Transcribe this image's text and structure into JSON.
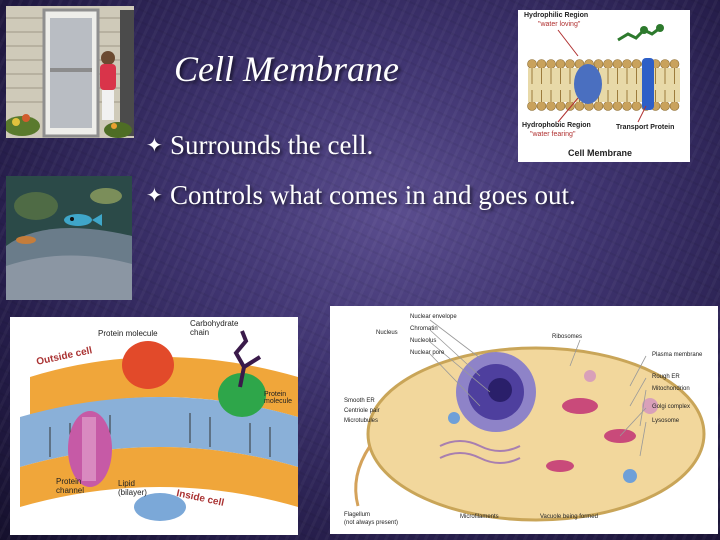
{
  "slide": {
    "title": "Cell Membrane",
    "bullets": [
      {
        "icon": "cross-star-icon",
        "text": "Surrounds the cell."
      },
      {
        "icon": "cross-star-icon",
        "text": "Controls what comes in and goes out."
      }
    ]
  },
  "figure_top": {
    "hydrophilic": "Hydrophilic Region",
    "water_loving": "\"water loving\"",
    "hydrophobic": "Hydrophobic Region",
    "water_fearing": "\"water fearing\"",
    "transport_protein": "Transport Protein",
    "caption": "Cell Membrane"
  },
  "figure_bottom": {
    "protein_molecule": "Protein molecule",
    "carbohydrate_chain": "Carbohydrate chain",
    "outside_cell": "Outside cell",
    "protein_molecule_right": "Protein molecule",
    "protein_channel": "Protein channel",
    "lipid_bilayer": "Lipid (bilayer)",
    "inside_cell": "Inside cell"
  },
  "figure_cell": {
    "nuclear_envelope": "Nuclear envelope",
    "nucleus": "Nucleus",
    "chromatin": "Chromatin",
    "nucleolus": "Nucleolus",
    "nuclear_pore": "Nuclear pore",
    "ribosomes": "Ribosomes",
    "plasma_membrane": "Plasma membrane",
    "rough_er": "Rough ER",
    "mitochondrion": "Mitochondrion",
    "smooth_er": "Smooth ER",
    "centriole_pair": "Centriole pair",
    "microtubules": "Microtubules",
    "golgi_complex": "Golgi complex",
    "lysosome": "Lysosome",
    "flagellum": "Flagellum",
    "flagellum_note": "(not always present)",
    "microfilaments": "Microfilaments",
    "vacuole": "Vacuole being formed"
  },
  "colors": {
    "background": "#3f3470",
    "text": "#ffffff"
  }
}
